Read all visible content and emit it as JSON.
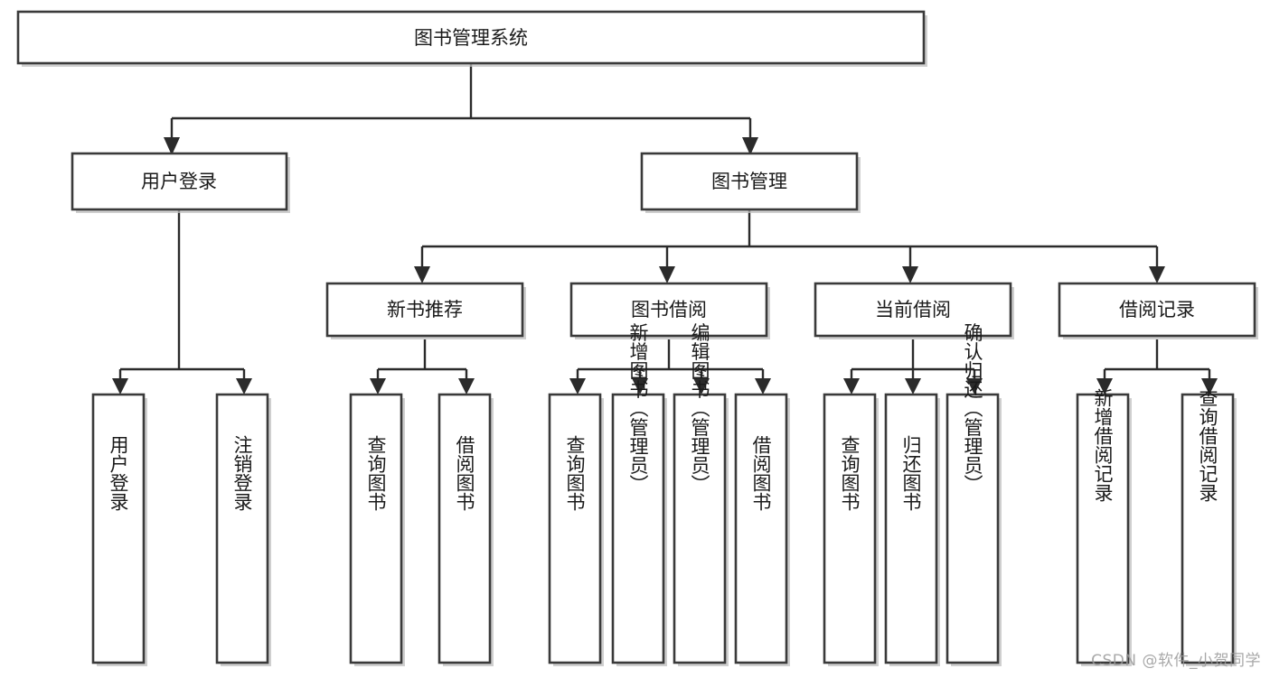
{
  "diagram": {
    "title": "图书管理系统",
    "type": "hierarchy-tree",
    "root": {
      "label": "图书管理系统",
      "children": [
        {
          "label": "用户登录",
          "children": [
            {
              "label": "用户登录"
            },
            {
              "label": "注销登录"
            }
          ]
        },
        {
          "label": "图书管理",
          "children": [
            {
              "label": "新书推荐",
              "children": [
                {
                  "label": "查询图书"
                },
                {
                  "label": "借阅图书"
                }
              ]
            },
            {
              "label": "图书借阅",
              "children": [
                {
                  "label": "查询图书"
                },
                {
                  "label": "新增图书（管理员）"
                },
                {
                  "label": "编辑图书（管理员）"
                },
                {
                  "label": "借阅图书"
                }
              ]
            },
            {
              "label": "当前借阅",
              "children": [
                {
                  "label": "查询图书"
                },
                {
                  "label": "归还图书"
                },
                {
                  "label": "确认归还（管理员）"
                }
              ]
            },
            {
              "label": "借阅记录",
              "children": [
                {
                  "label": "新增借阅记录"
                },
                {
                  "label": "查询借阅记录"
                }
              ]
            }
          ]
        }
      ]
    },
    "levels": {
      "level0": [
        "图书管理系统"
      ],
      "level1": [
        "用户登录",
        "图书管理"
      ],
      "level2": [
        "新书推荐",
        "图书借阅",
        "当前借阅",
        "借阅记录"
      ],
      "level3": [
        "用户登录",
        "注销登录",
        "查询图书",
        "借阅图书",
        "查询图书",
        "新增图书（管理员）",
        "编辑图书（管理员）",
        "借阅图书",
        "查询图书",
        "归还图书",
        "确认归还（管理员）",
        "新增借阅记录",
        "查询借阅记录"
      ]
    },
    "colors": {
      "box_fill": "#ffffff",
      "box_stroke": "#3a3a3a",
      "connector": "#2b2b2b",
      "text": "#1a1a1a",
      "shadow": "#bfbfbf",
      "background": "#ffffff"
    }
  },
  "watermark": {
    "text": "CSDN @软件_小贺同学"
  }
}
